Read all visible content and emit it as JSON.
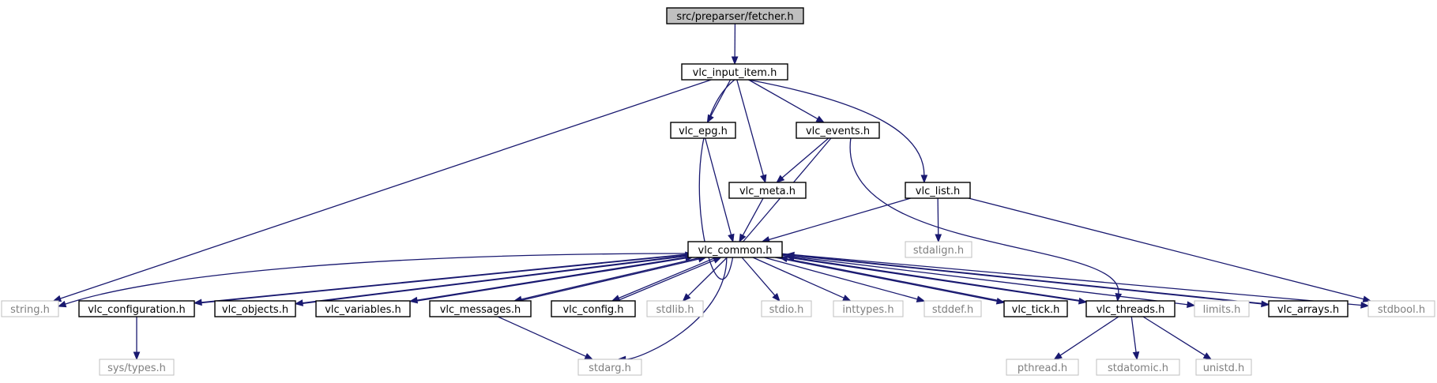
{
  "graph": {
    "nodes": {
      "fetcher": {
        "label": "src/preparser/fetcher.h",
        "kind": "root"
      },
      "input_item": {
        "label": "vlc_input_item.h",
        "kind": "project"
      },
      "epg": {
        "label": "vlc_epg.h",
        "kind": "project"
      },
      "events": {
        "label": "vlc_events.h",
        "kind": "project"
      },
      "meta": {
        "label": "vlc_meta.h",
        "kind": "project"
      },
      "list": {
        "label": "vlc_list.h",
        "kind": "project"
      },
      "common": {
        "label": "vlc_common.h",
        "kind": "project"
      },
      "stdalign": {
        "label": "stdalign.h",
        "kind": "external"
      },
      "string": {
        "label": "string.h",
        "kind": "external"
      },
      "configuration": {
        "label": "vlc_configuration.h",
        "kind": "project"
      },
      "objects": {
        "label": "vlc_objects.h",
        "kind": "project"
      },
      "variables": {
        "label": "vlc_variables.h",
        "kind": "project"
      },
      "messages": {
        "label": "vlc_messages.h",
        "kind": "project"
      },
      "config": {
        "label": "vlc_config.h",
        "kind": "project"
      },
      "stdlib": {
        "label": "stdlib.h",
        "kind": "external"
      },
      "stdio": {
        "label": "stdio.h",
        "kind": "external"
      },
      "inttypes": {
        "label": "inttypes.h",
        "kind": "external"
      },
      "stddef": {
        "label": "stddef.h",
        "kind": "external"
      },
      "tick": {
        "label": "vlc_tick.h",
        "kind": "project"
      },
      "threads": {
        "label": "vlc_threads.h",
        "kind": "project"
      },
      "limits": {
        "label": "limits.h",
        "kind": "external"
      },
      "arrays": {
        "label": "vlc_arrays.h",
        "kind": "project"
      },
      "stdbool": {
        "label": "stdbool.h",
        "kind": "external"
      },
      "systypes": {
        "label": "sys/types.h",
        "kind": "external"
      },
      "stdarg": {
        "label": "stdarg.h",
        "kind": "external"
      },
      "pthread": {
        "label": "pthread.h",
        "kind": "external"
      },
      "stdatomic": {
        "label": "stdatomic.h",
        "kind": "external"
      },
      "unistd": {
        "label": "unistd.h",
        "kind": "external"
      }
    },
    "edges": [
      [
        "fetcher",
        "input_item"
      ],
      [
        "input_item",
        "epg"
      ],
      [
        "input_item",
        "events"
      ],
      [
        "input_item",
        "meta"
      ],
      [
        "input_item",
        "list"
      ],
      [
        "input_item",
        "common"
      ],
      [
        "input_item",
        "string"
      ],
      [
        "epg",
        "common"
      ],
      [
        "events",
        "meta"
      ],
      [
        "events",
        "common"
      ],
      [
        "events",
        "threads"
      ],
      [
        "meta",
        "common"
      ],
      [
        "list",
        "common"
      ],
      [
        "list",
        "stdalign"
      ],
      [
        "list",
        "stdbool"
      ],
      [
        "common",
        "string"
      ],
      [
        "common",
        "configuration"
      ],
      [
        "common",
        "objects"
      ],
      [
        "common",
        "variables"
      ],
      [
        "common",
        "messages"
      ],
      [
        "common",
        "config"
      ],
      [
        "common",
        "stdlib"
      ],
      [
        "common",
        "stdio"
      ],
      [
        "common",
        "inttypes"
      ],
      [
        "common",
        "stddef"
      ],
      [
        "common",
        "tick"
      ],
      [
        "common",
        "threads"
      ],
      [
        "common",
        "limits"
      ],
      [
        "common",
        "arrays"
      ],
      [
        "common",
        "stdbool"
      ],
      [
        "common",
        "stdarg"
      ],
      [
        "configuration",
        "common"
      ],
      [
        "configuration",
        "systypes"
      ],
      [
        "objects",
        "common"
      ],
      [
        "variables",
        "common"
      ],
      [
        "messages",
        "common"
      ],
      [
        "messages",
        "stdarg"
      ],
      [
        "config",
        "common"
      ],
      [
        "tick",
        "common"
      ],
      [
        "threads",
        "common"
      ],
      [
        "threads",
        "pthread"
      ],
      [
        "threads",
        "stdatomic"
      ],
      [
        "threads",
        "unistd"
      ],
      [
        "arrays",
        "common"
      ]
    ]
  }
}
